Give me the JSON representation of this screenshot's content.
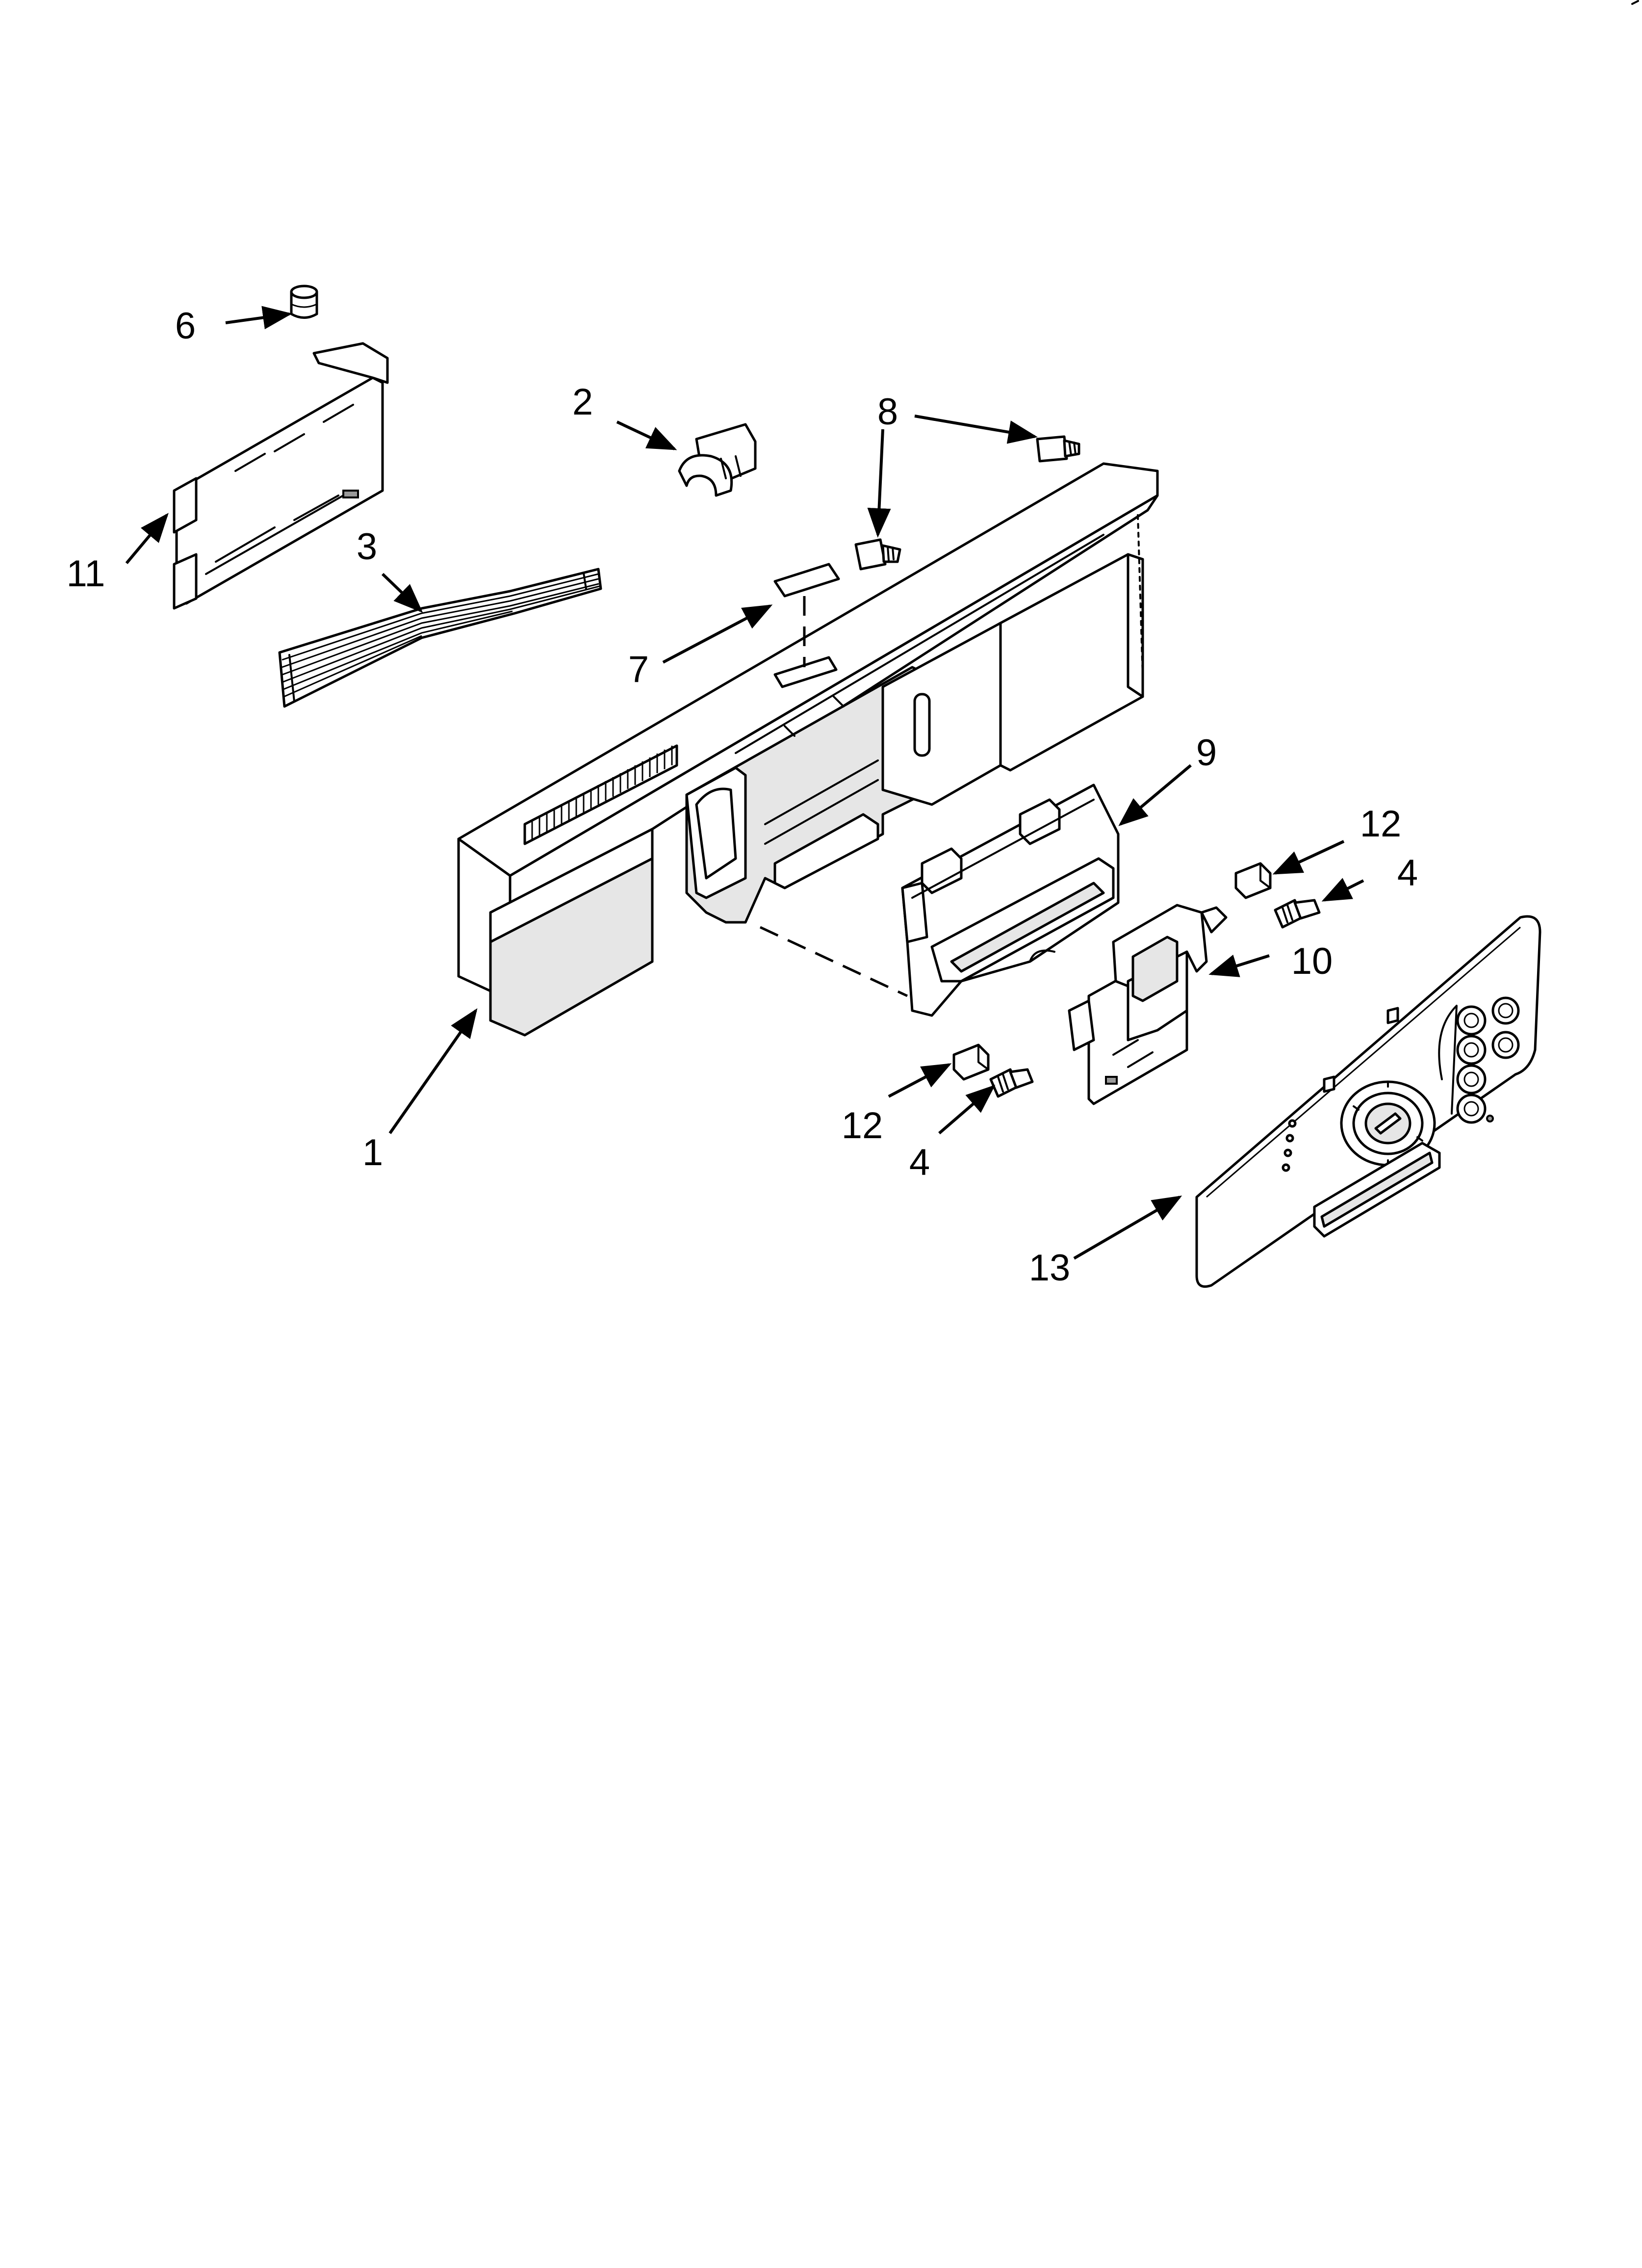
{
  "callouts": {
    "c1": "1",
    "c2": "2",
    "c3": "3",
    "c4a": "4",
    "c4b": "4",
    "c6": "6",
    "c7": "7",
    "c8": "8",
    "c9": "9",
    "c10": "10",
    "c11": "11",
    "c12a": "12",
    "c12b": "12",
    "c13": "13"
  }
}
